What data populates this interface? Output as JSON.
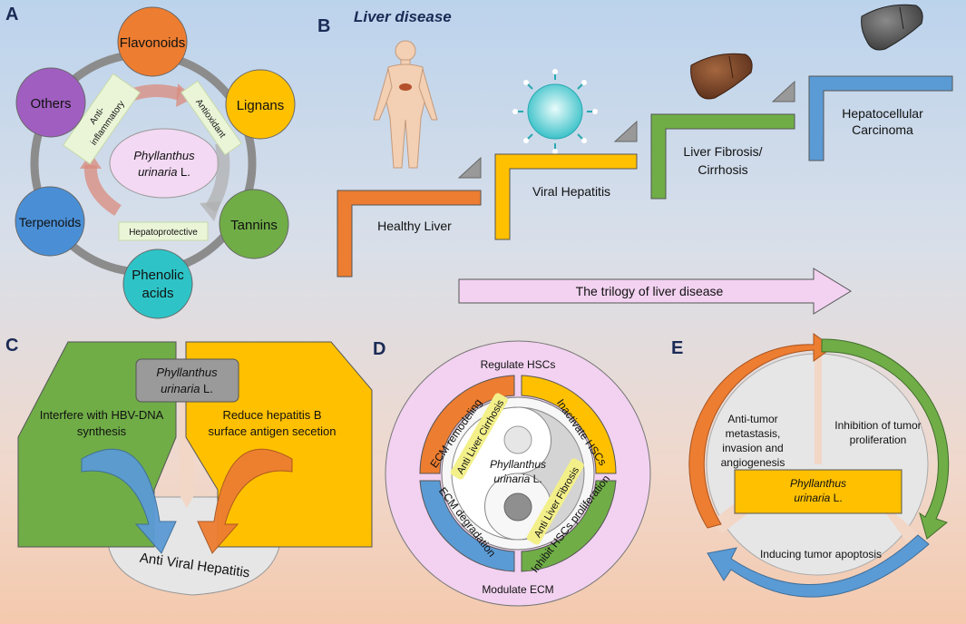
{
  "panels": {
    "a": "A",
    "b": "B",
    "c": "C",
    "d": "D",
    "e": "E"
  },
  "panel_a": {
    "center_line1": "Phyllanthus",
    "center_line2_italic": "urinaria",
    "center_line2_rest": " L.",
    "nodes": {
      "flavonoids": "Flavonoids",
      "lignans": "Lignans",
      "tannins": "Tannins",
      "phenolic_line1": "Phenolic",
      "phenolic_line2": "acids",
      "terpenoids": "Terpenoids",
      "others": "Others"
    },
    "labels": {
      "anti_line1": "Anti-",
      "anti_line2": "inflammatory",
      "antioxidant": "Antioxidant",
      "hepatoprotective": "Hepatoprotective"
    },
    "colors": {
      "flavonoids": "#ed7d31",
      "lignans": "#ffc000",
      "tannins": "#70ad47",
      "phenolic": "#2ec4c7",
      "terpenoids": "#4a8fd6",
      "others": "#a05fc0"
    }
  },
  "panel_b": {
    "title": "Liver disease",
    "stages": {
      "healthy": "Healthy Liver",
      "viral": "Viral Hepatitis",
      "fibrosis_line1": "Liver Fibrosis/",
      "fibrosis_line2": "Cirrhosis",
      "hcc_line1": "Hepatocellular",
      "hcc_line2": "Carcinoma"
    },
    "arrow_text": "The trilogy of liver disease"
  },
  "panel_c": {
    "center_line1": "Phyllanthus",
    "center_line2_italic": "urinaria",
    "center_line2_rest": " L.",
    "left_line1": "Interfere with  HBV-DNA",
    "left_line2": "synthesis",
    "right_line1": "Reduce hepatitis B",
    "right_line2": "surface antigen secetion",
    "bottom": "Anti Viral Hepatitis"
  },
  "panel_d": {
    "regulate": "Regulate  HSCs",
    "modulate": "Modulate ECM",
    "ecm_remodeling": "ECM remodeling",
    "inactivate": "Inactivate HSCs",
    "ecm_degradation": "ECM degradation",
    "inhibit": "Inhibit HSCs proliferation",
    "anti_cirrhosis": "Anti Liver Cirrhosis",
    "anti_fibrosis": "Anti Liver Fibrosis",
    "center_line1": "Phyllanthus",
    "center_line2_italic": "urinaria",
    "center_line2_rest": " L."
  },
  "panel_e": {
    "left_line1": "Anti-tumor",
    "left_line2": "metastasis,",
    "left_line3": "invasion and",
    "left_line4": "angiogenesis",
    "right_line1": "Inhibition of tumor",
    "right_line2": "proliferation",
    "bottom": "Inducing tumor apoptosis",
    "center_line1": "Phyllanthus",
    "center_line2_italic": "urinaria",
    "center_line2_rest": " L."
  }
}
